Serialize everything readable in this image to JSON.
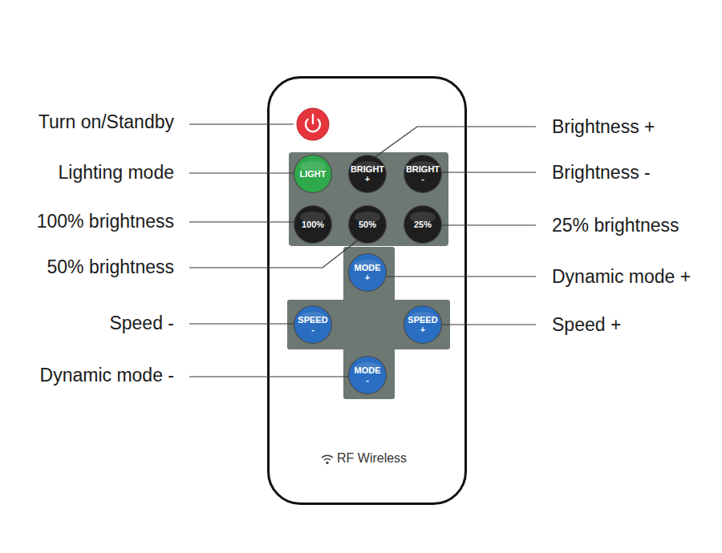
{
  "diagram": {
    "nodes": [
      {
        "text": [
          "RF Wireless"
        ]
      },
      {
        "text": [
          "LIGHT"
        ],
        "in": 0
      },
      {
        "text": [
          "BRIGHT +"
        ],
        "in": 0
      },
      {
        "text": [
          "BRIGHT -"
        ],
        "in": 0
      },
      {
        "text": [
          "100%"
        ],
        "in": 0
      },
      {
        "text": [
          "50%"
        ],
        "in": 0
      },
      {
        "text": [
          "25%"
        ],
        "in": 0
      },
      {
        "text": [
          "MODE +"
        ],
        "in": 0
      },
      {
        "text": [
          "SPEED -"
        ],
        "in": 0
      },
      {
        "text": [
          "SPEED +"
        ],
        "in": 0
      },
      {
        "text": [
          "MODE -"
        ],
        "in": 0
      }
    ],
    "labels": [
      "Turn on/Standby",
      "Lighting mode",
      "100% brightness",
      "50% brightness",
      "Speed -",
      "Dynamic mode -",
      "Brightness +",
      "Brightness -",
      "25% brightness",
      "Dynamic mode +",
      "Speed +"
    ]
  }
}
